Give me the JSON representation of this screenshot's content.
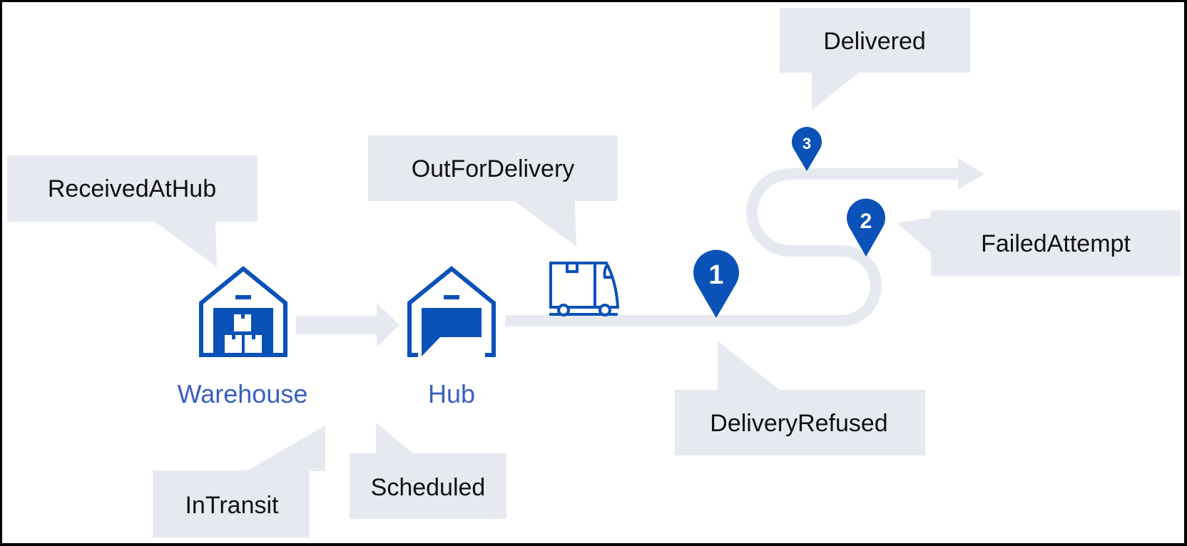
{
  "colors": {
    "brand_blue": "#0a52b8",
    "label_blue": "#3a5fc0",
    "callout_bg": "#e6eaf0",
    "road": "#e6eaf0",
    "text": "#111111"
  },
  "nodes": {
    "warehouse": {
      "label": "Warehouse",
      "icon": "warehouse-icon"
    },
    "hub": {
      "label": "Hub",
      "icon": "hub-icon"
    },
    "truck": {
      "icon": "delivery-truck-icon"
    }
  },
  "statuses": {
    "received_at_hub": "ReceivedAtHub",
    "in_transit": "InTransit",
    "out_for_delivery": "OutForDelivery",
    "scheduled": "Scheduled",
    "delivery_refused": "DeliveryRefused",
    "failed_attempt": "FailedAttempt",
    "delivered": "Delivered"
  },
  "pins": [
    {
      "number": "1",
      "status": "DeliveryRefused"
    },
    {
      "number": "2",
      "status": "FailedAttempt"
    },
    {
      "number": "3",
      "status": "Delivered"
    }
  ]
}
